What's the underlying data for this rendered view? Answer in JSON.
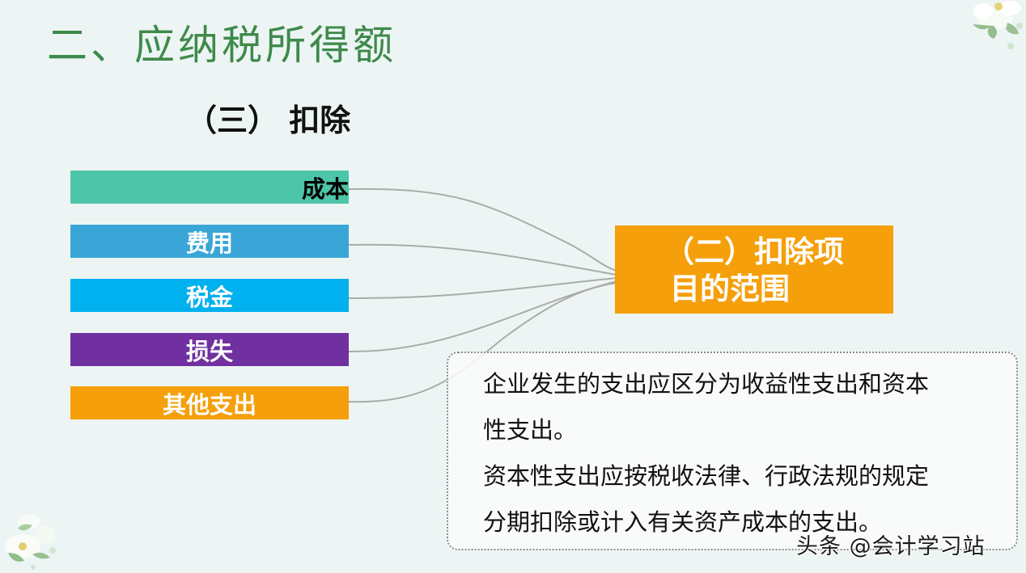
{
  "slide": {
    "title": "二、应纳税所得额",
    "subtitle": "（三） 扣除",
    "colors": {
      "background": "#EDF5F4",
      "title": "#3E8A4A",
      "connector": "#ABABAB"
    }
  },
  "categories": [
    {
      "label": "成本",
      "color": "#4DC5A8",
      "text_color": "#000000"
    },
    {
      "label": "费用",
      "color": "#3AA6D8",
      "text_color": "#FFFFFF"
    },
    {
      "label": "税金",
      "color": "#00B0EF",
      "text_color": "#FFFFFF"
    },
    {
      "label": "损失",
      "color": "#7030A0",
      "text_color": "#FFFFFF"
    },
    {
      "label": "其他支出",
      "color": "#F59F0A",
      "text_color": "#FFFFFF"
    }
  ],
  "target": {
    "line1": "（二）扣除项",
    "line2": "目的范围",
    "color": "#F59F0A"
  },
  "note": {
    "lines": [
      "企业发生的支出应区分为收益性支出和资本",
      "性支出。",
      "资本性支出应按税收法律、行政法规的规定",
      "分期扣除或计入有关资产成本的支出。"
    ]
  },
  "watermark": "头条 @会计学习站",
  "decorations": [
    "flower-top-right",
    "flower-bottom-left"
  ]
}
